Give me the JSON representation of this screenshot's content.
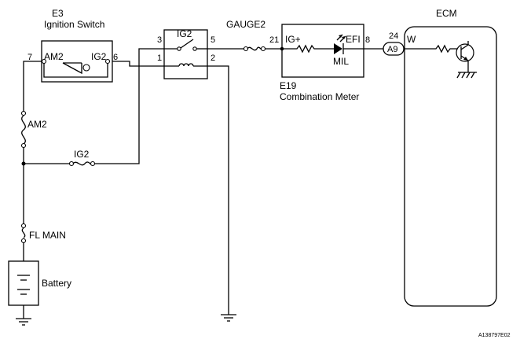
{
  "ignition_switch": {
    "code": "E3",
    "title": "Ignition Switch",
    "pin_left": "7",
    "pin_right": "6",
    "term_left": "AM2",
    "term_right": "IG2"
  },
  "relay": {
    "title": "IG2",
    "pin_tl": "3",
    "pin_tr": "5",
    "pin_bl": "1",
    "pin_br": "2"
  },
  "fuses": {
    "gauge": "GAUGE2",
    "am2": "AM2",
    "ig2": "IG2",
    "fl_main": "FL MAIN"
  },
  "combination_meter": {
    "code": "E19",
    "title": "Combination Meter",
    "pin_in": "21",
    "pin_out": "8",
    "term_in": "IG+",
    "term_out": "EFI",
    "lamp": "MIL"
  },
  "ecm": {
    "title": "ECM",
    "pin": "24",
    "connector": "A9",
    "term": "W"
  },
  "battery": {
    "label": "Battery"
  },
  "figure_id": "A138797E02"
}
